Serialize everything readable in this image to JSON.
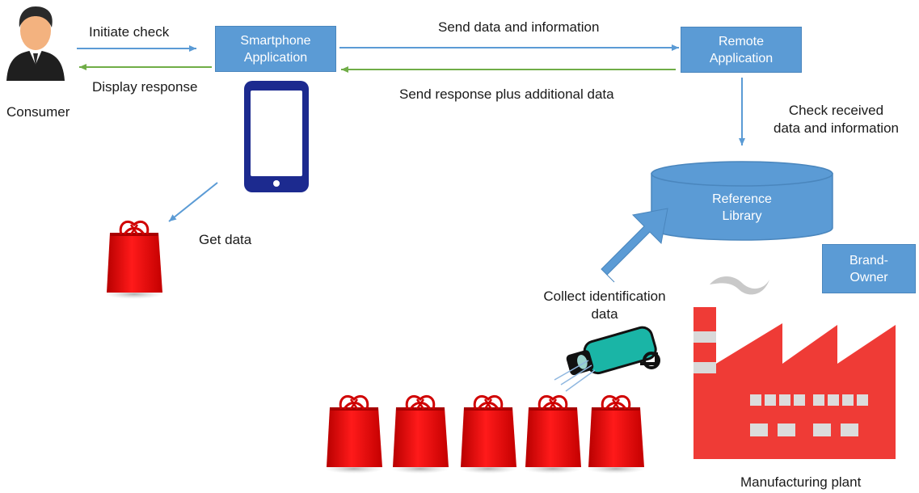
{
  "nodes": {
    "smartphone_app": "Smartphone\nApplication",
    "remote_app": "Remote\nApplication",
    "reference_library": "Reference\nLibrary",
    "brand_owner": "Brand-\nOwner"
  },
  "actors": {
    "consumer": "Consumer",
    "manufacturing_plant": "Manufacturing plant"
  },
  "flows": {
    "initiate_check": "Initiate check",
    "display_response": "Display response",
    "send_data": "Send data and information",
    "send_response": "Send response plus additional data",
    "check_received": "Check received\ndata and information",
    "get_data": "Get data",
    "collect_identification": "Collect identification\ndata"
  },
  "colors": {
    "box_fill": "#5b9bd5",
    "arrow_blue": "#5b9bd5",
    "arrow_green": "#70ad47",
    "bag_red": "#e60000",
    "factory_red": "#ef3b36",
    "phone_blue": "#1c2a8f",
    "camera_teal": "#1ab5a6"
  },
  "icons": [
    "consumer-avatar-icon",
    "smartphone-icon",
    "shopping-bag-icon",
    "camera-icon",
    "factory-icon",
    "smoke-icon"
  ]
}
